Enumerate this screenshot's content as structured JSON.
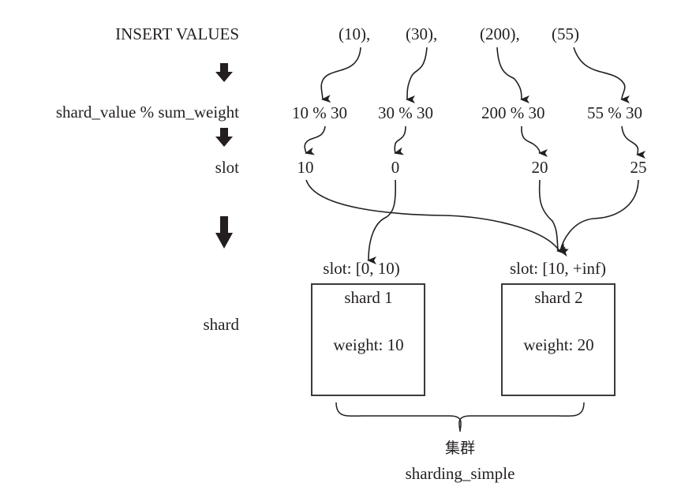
{
  "labels": {
    "insert": "INSERT VALUES",
    "formula": "shard_value % sum_weight",
    "slot": "slot",
    "shard": "shard"
  },
  "values": [
    {
      "insert": "(10),",
      "mod": "10 % 30",
      "slot": "10"
    },
    {
      "insert": "(30),",
      "mod": "30 % 30",
      "slot": "0"
    },
    {
      "insert": "(200),",
      "mod": "200 % 30",
      "slot": "20"
    },
    {
      "insert": "(55)",
      "mod": "55 % 30",
      "slot": "25"
    }
  ],
  "shards": [
    {
      "range": "slot: [0, 10)",
      "name": "shard 1",
      "weight": "weight: 10"
    },
    {
      "range": "slot: [10, +inf)",
      "name": "shard 2",
      "weight": "weight: 20"
    }
  ],
  "cluster": {
    "label_cn": "集群",
    "name": "sharding_simple"
  },
  "colors": {
    "ink": "#231f20"
  }
}
